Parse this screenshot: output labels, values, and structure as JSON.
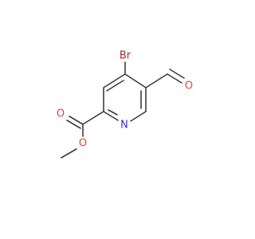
{
  "atoms": {
    "bromine": {
      "label": "Br",
      "color": "#a62929"
    },
    "nitrogen": {
      "label": "N",
      "color": "#3333cc"
    },
    "aldehyde_oxygen": {
      "label": "O",
      "color": "#e84235"
    },
    "carbonyl_oxygen": {
      "label": "O",
      "color": "#e84235"
    },
    "ester_oxygen": {
      "label": "O",
      "color": "#e84235"
    }
  },
  "colors": {
    "bond": "#3c3c3c",
    "background": "#ffffff"
  }
}
